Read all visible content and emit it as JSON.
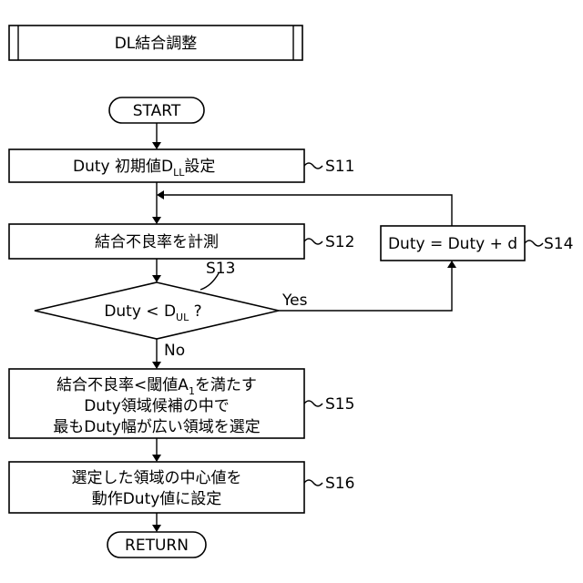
{
  "title": "DL結合調整",
  "start": "START",
  "end": "RETURN",
  "steps": {
    "s11": {
      "label_main": "Duty 初期値D",
      "label_sub": "LL",
      "label_tail": "設定",
      "ref": "S11"
    },
    "s12": {
      "label": "結合不良率を計測",
      "ref": "S12"
    },
    "s13": {
      "label_main": "Duty < D",
      "label_sub": "UL",
      "label_tail": " ?",
      "ref": "S13",
      "yes": "Yes",
      "no": "No"
    },
    "s14": {
      "label": "Duty = Duty + d",
      "ref": "S14"
    },
    "s15": {
      "line1_main": "結合不良率<閾値A",
      "line1_sub": "1",
      "line1_tail": "を満たす",
      "line2": "Duty領域候補の中で",
      "line3": "最もDuty幅が広い領域を選定",
      "ref": "S15"
    },
    "s16": {
      "line1": "選定した領域の中心値を",
      "line2": "動作Duty値に設定",
      "ref": "S16"
    }
  }
}
